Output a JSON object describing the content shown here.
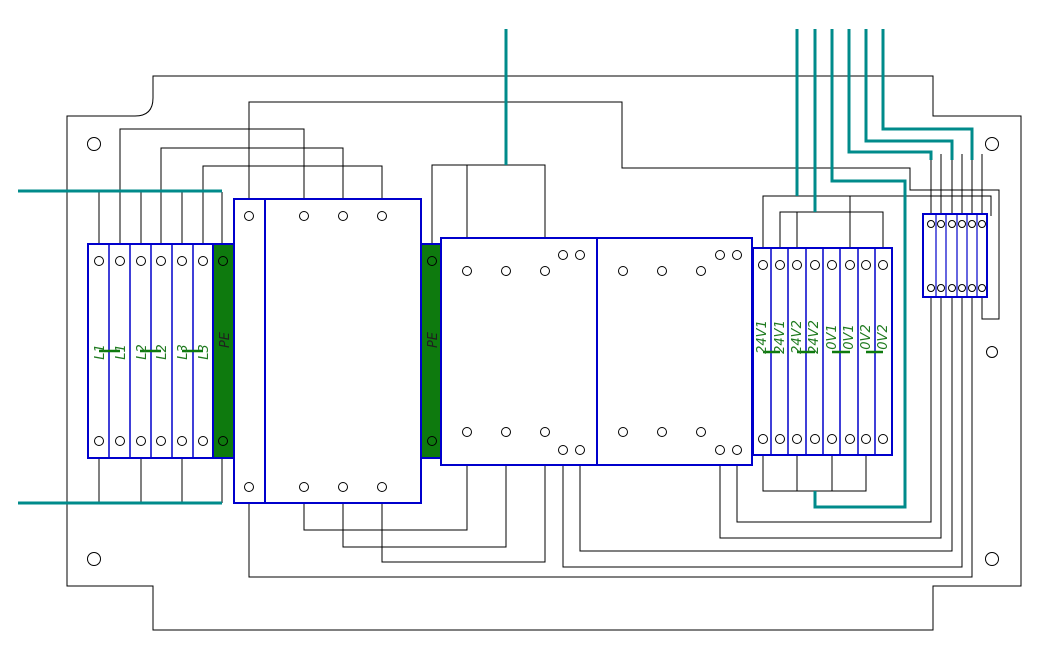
{
  "colors": {
    "background": "#ffffff",
    "outline": "#000000",
    "component": "#0000cc",
    "cable": "#008b8b",
    "pe_fill": "#0e7a0e",
    "label": "#1f7a1f",
    "jumper": "#0e7a0e"
  },
  "left_block": {
    "labels": [
      "L1",
      "L1",
      "L2",
      "L2",
      "L3",
      "L3"
    ],
    "pe_label": "PE"
  },
  "mid_block": {
    "pe_label": "PE"
  },
  "right_block": {
    "labels": [
      "24V1",
      "24V1",
      "24V2",
      "24V2",
      "0V1",
      "0V1",
      "0V2",
      "0V2"
    ]
  }
}
